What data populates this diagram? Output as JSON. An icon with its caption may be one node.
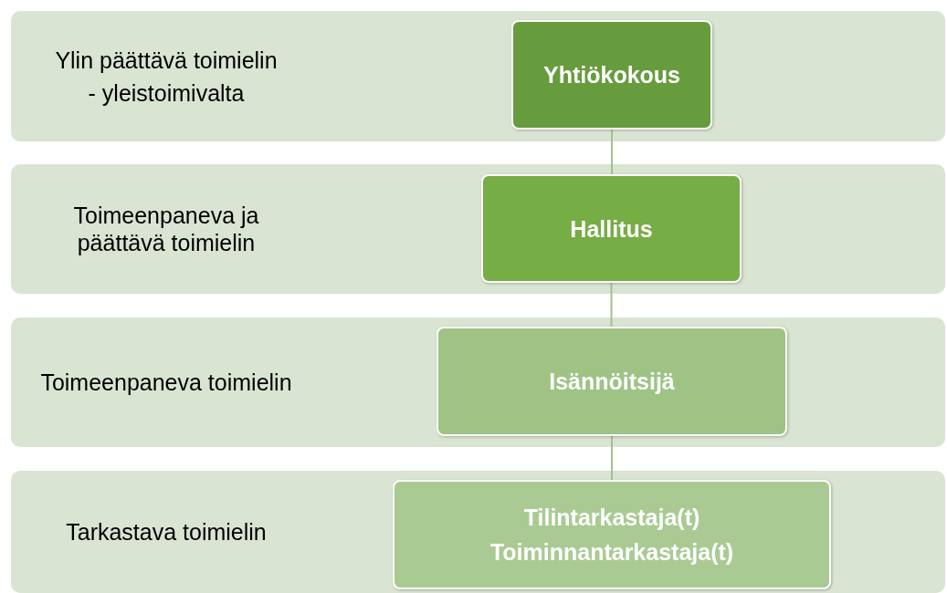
{
  "diagram": {
    "nodes": [
      {
        "text": [
          "Ylin päättävä toimielin",
          "- yleistoimivalta"
        ]
      },
      {
        "text": [
          "Yhtiökokous"
        ],
        "in": 0
      },
      {
        "text": [
          "Toimeenpaneva ja päättävä toimielin"
        ]
      },
      {
        "text": [
          "Hallitus"
        ],
        "in": 2
      },
      {
        "text": [
          "Toimeenpaneva toimielin"
        ]
      },
      {
        "text": [
          "Isännöitsijä"
        ],
        "in": 4
      },
      {
        "text": [
          "Tarkastava toimielin"
        ]
      },
      {
        "text": [
          "Tilintarkastaja(t)",
          "Toiminnantarkastaja(t)"
        ],
        "in": 6
      }
    ],
    "edges": [
      {
        "from": 1,
        "to": 3,
        "arrow": "none"
      },
      {
        "from": 3,
        "to": 5,
        "arrow": "none"
      },
      {
        "from": 5,
        "to": 7,
        "arrow": "none"
      }
    ]
  }
}
